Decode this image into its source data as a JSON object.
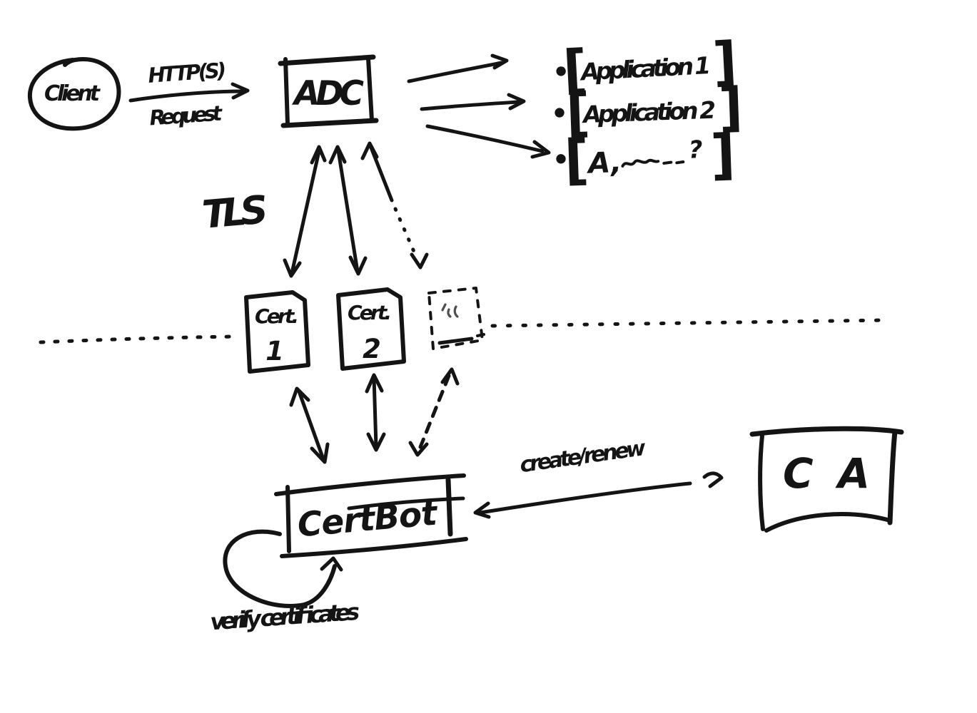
{
  "colors": {
    "ink": "#141414",
    "background": "#ffffff"
  },
  "client": {
    "label": "Client"
  },
  "request": {
    "line1": "HTTP(S)",
    "line2": "Request"
  },
  "adc": {
    "label": "ADC"
  },
  "applications": {
    "bullet": "•",
    "bracket_open": "[",
    "bracket_close": "]",
    "items": [
      {
        "label": "Application 1"
      },
      {
        "label": "Application 2"
      },
      {
        "label": "A,",
        "suffix": "?"
      }
    ]
  },
  "tls": {
    "label": "TLS"
  },
  "cert1": {
    "title": "Cert.",
    "number": "1"
  },
  "cert2": {
    "title": "Cert.",
    "number": "2"
  },
  "certbot": {
    "label": "CertBot"
  },
  "ca": {
    "label": "CA"
  },
  "create_renew": {
    "label": "create/renew"
  },
  "verify": {
    "label": "verify certificates"
  }
}
